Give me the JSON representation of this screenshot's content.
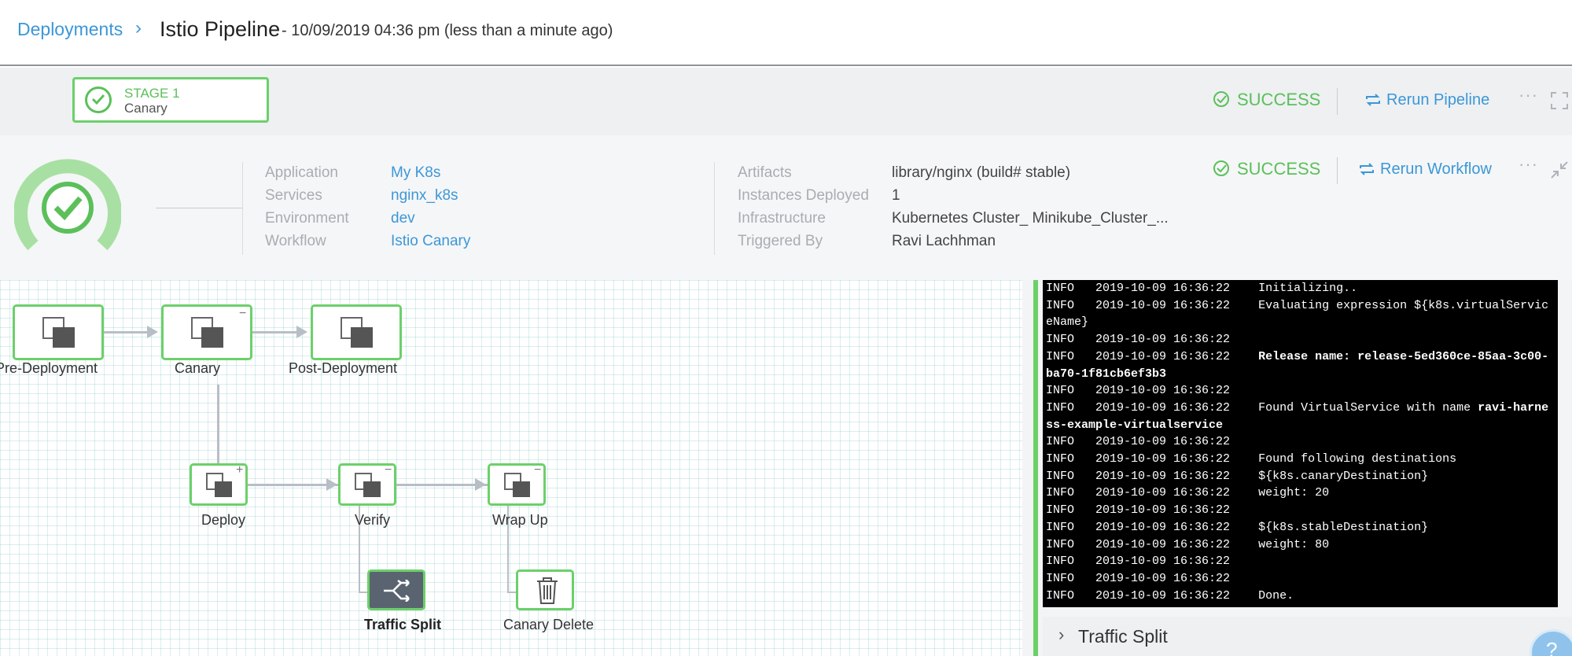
{
  "header": {
    "breadcrumb_link": "Deployments",
    "title": "Istio Pipeline",
    "subtitle": "- 10/09/2019 04:36 pm (less than a minute ago)"
  },
  "stage": {
    "label": "STAGE 1",
    "name": "Canary"
  },
  "pipeline_status": "SUCCESS",
  "pipeline_rerun": "Rerun Pipeline",
  "workflow_status": "SUCCESS",
  "workflow_rerun": "Rerun Workflow",
  "more_label": "···",
  "summary": {
    "left": [
      {
        "key": "Application",
        "value": "My K8s"
      },
      {
        "key": "Services",
        "value": "nginx_k8s"
      },
      {
        "key": "Environment",
        "value": "dev"
      },
      {
        "key": "Workflow",
        "value": "Istio Canary"
      }
    ],
    "right": [
      {
        "key": "Artifacts",
        "value": "library/nginx (build# stable)"
      },
      {
        "key": "Instances Deployed",
        "value": "1"
      },
      {
        "key": "Infrastructure",
        "value": "Kubernetes Cluster_ Minikube_Cluster_..."
      },
      {
        "key": "Triggered By",
        "value": "Ravi Lachhman"
      }
    ]
  },
  "graph": {
    "nodes": {
      "pre_deployment": "Pre-Deployment",
      "canary": "Canary",
      "post_deployment": "Post-Deployment",
      "deploy": "Deploy",
      "verify": "Verify",
      "wrap_up": "Wrap Up",
      "traffic_split": "Traffic Split",
      "canary_delete": "Canary Delete"
    },
    "mini_minus": "−",
    "mini_plus": "+"
  },
  "log": {
    "lines": [
      {
        "level": "INFO",
        "ts": "2019-10-09 16:36:22",
        "msg": "Initializing..",
        "bold": ""
      },
      {
        "level": "INFO",
        "ts": "2019-10-09 16:36:22",
        "msg": "Evaluating expression ${k8s.virtualServiceName}",
        "bold": ""
      },
      {
        "level": "INFO",
        "ts": "2019-10-09 16:36:22",
        "msg": "",
        "bold": ""
      },
      {
        "level": "INFO",
        "ts": "2019-10-09 16:36:22",
        "msg": "",
        "bold": "Release name: release-5ed360ce-85aa-3c00-ba70-1f81cb6ef3b3"
      },
      {
        "level": "INFO",
        "ts": "2019-10-09 16:36:22",
        "msg": "",
        "bold": ""
      },
      {
        "level": "INFO",
        "ts": "2019-10-09 16:36:22",
        "msg": "Found VirtualService with name ",
        "bold": "ravi-harness-example-virtualservice"
      },
      {
        "level": "INFO",
        "ts": "2019-10-09 16:36:22",
        "msg": "",
        "bold": ""
      },
      {
        "level": "INFO",
        "ts": "2019-10-09 16:36:22",
        "msg": "Found following destinations",
        "bold": ""
      },
      {
        "level": "INFO",
        "ts": "2019-10-09 16:36:22",
        "msg": "${k8s.canaryDestination}",
        "bold": ""
      },
      {
        "level": "INFO",
        "ts": "2019-10-09 16:36:22",
        "msg": "weight: 20",
        "bold": ""
      },
      {
        "level": "INFO",
        "ts": "2019-10-09 16:36:22",
        "msg": "",
        "bold": ""
      },
      {
        "level": "INFO",
        "ts": "2019-10-09 16:36:22",
        "msg": "${k8s.stableDestination}",
        "bold": ""
      },
      {
        "level": "INFO",
        "ts": "2019-10-09 16:36:22",
        "msg": "weight: 80",
        "bold": ""
      },
      {
        "level": "INFO",
        "ts": "2019-10-09 16:36:22",
        "msg": "",
        "bold": ""
      },
      {
        "level": "INFO",
        "ts": "2019-10-09 16:36:22",
        "msg": "",
        "bold": ""
      },
      {
        "level": "INFO",
        "ts": "2019-10-09 16:36:22",
        "msg": "Done.",
        "bold": ""
      }
    ]
  },
  "step_section": {
    "label": "Traffic Split"
  },
  "help_label": "?",
  "colors": {
    "success": "#5bc05a",
    "link": "#3c97d8",
    "node_border": "#6cd06a"
  }
}
